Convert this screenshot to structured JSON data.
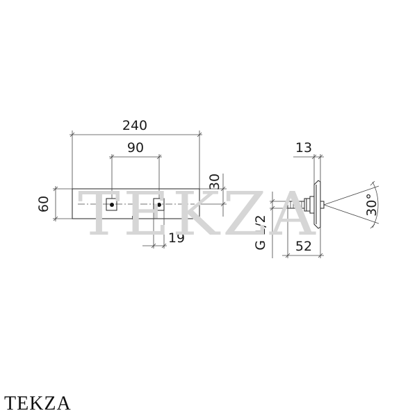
{
  "watermark": "TEKZA",
  "brand": "TEKZA",
  "dimensions": {
    "overall_width": "240",
    "hole_spacing": "90",
    "height": "60",
    "right_offset": "30",
    "lower_offset": "19",
    "depth": "13",
    "angle": "30°",
    "thread": "G 1/2",
    "projection": "52"
  },
  "colors": {
    "line": "#222222",
    "watermark": "#d6d6d6"
  }
}
